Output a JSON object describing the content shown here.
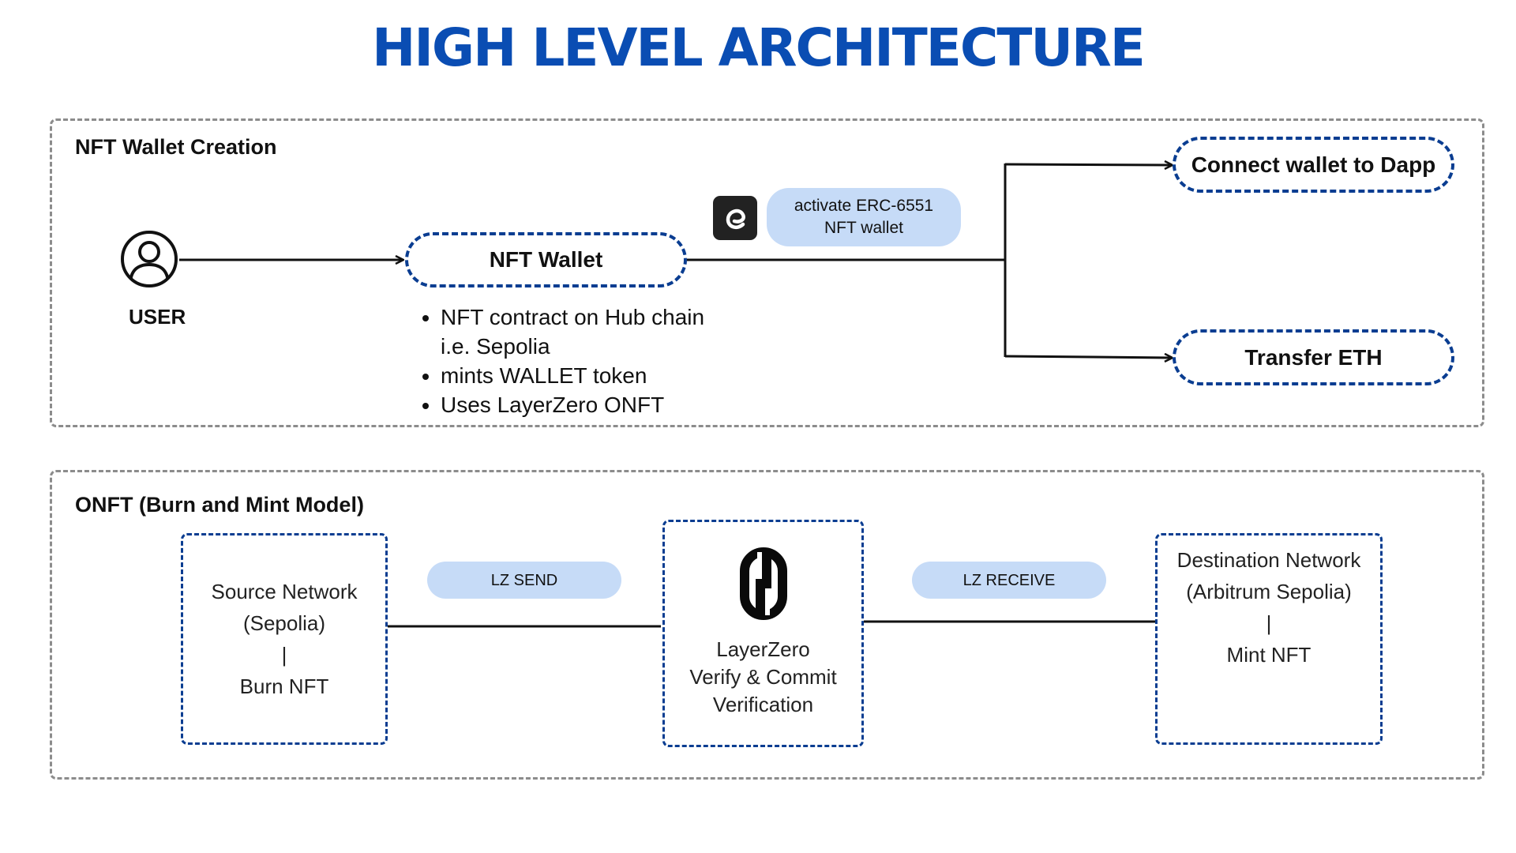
{
  "title": "HIGH LEVEL ARCHITECTURE",
  "wallet_section": {
    "title": "NFT Wallet Creation",
    "user_label": "USER",
    "user_icon": "user-icon",
    "nft_wallet_label": "NFT Wallet",
    "bullets": [
      "NFT contract on Hub chain",
      "i.e. Sepolia",
      "mints WALLET token",
      "Uses LayerZero ONFT"
    ],
    "erc_icon": "erc6551-logo",
    "activate_tag_line1": "activate ERC-6551",
    "activate_tag_line2": "NFT wallet",
    "connect_label": "Connect wallet to Dapp",
    "transfer_label": "Transfer ETH"
  },
  "onft_section": {
    "title": "ONFT (Burn and Mint Model)",
    "source_line1": "Source Network",
    "source_line2": "(Sepolia)",
    "source_sep": "|",
    "source_line3": "Burn NFT",
    "send_tag": "LZ SEND",
    "lz_icon": "layerzero-logo",
    "lz_line1": "LayerZero",
    "lz_line2": "Verify & Commit",
    "lz_line3": "Verification",
    "receive_tag": "LZ RECEIVE",
    "dest_line1": "Destination Network",
    "dest_line2": "(Arbitrum Sepolia)",
    "dest_sep": "|",
    "dest_line3": "Mint NFT"
  },
  "colors": {
    "title_blue": "#0a4db3",
    "node_border": "#0a3d91",
    "tag_fill": "#c6dbf7",
    "section_border": "#8c8c8c"
  }
}
